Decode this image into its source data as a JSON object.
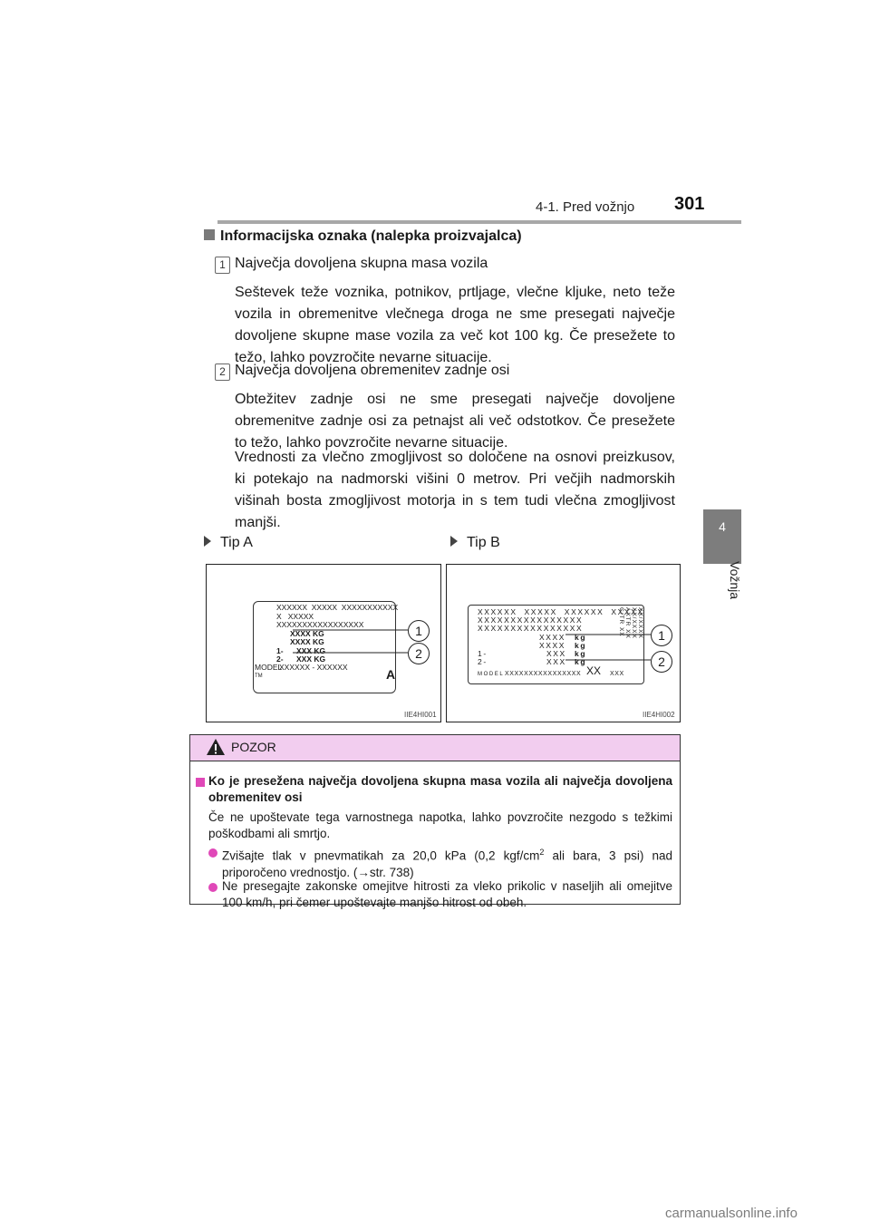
{
  "header": {
    "section": "4-1. Pred vožnjo",
    "page": "301"
  },
  "side_tab": {
    "number": "4",
    "label": "Vožnja"
  },
  "heading": "Informacijska oznaka (nalepka proizvajalca)",
  "items": [
    {
      "number": "1",
      "title": "Največja dovoljena skupna masa vozila",
      "paragraphs": [
        "Seštevek teže voznika, potnikov, prtljage, vlečne kljuke, neto teže vozila in obremenitve vlečnega droga ne sme presegati največje dovoljene skupne mase vozila za več kot 100 kg. Če presežete to težo, lahko povzročite nevarne situacije."
      ]
    },
    {
      "number": "2",
      "title": "Največja dovoljena obremenitev zadnje osi",
      "paragraphs": [
        "Obtežitev zadnje osi ne sme presegati največje dovoljene obremenitve zadnje osi za petnajst ali več odstotkov. Če presežete to težo, lahko povzročite nevarne situacije.",
        "Vrednosti za vlečno zmogljivost so določene na osnovi preizkusov, ki potekajo na nadmorski višini 0 metrov. Pri večjih nadmorskih višinah bosta zmogljivost motorja in s tem tudi vlečna zmogljivost manjši."
      ]
    }
  ],
  "figures": {
    "tip_a": {
      "label": "Tip A",
      "caption": "IIE4HI001",
      "lines": [
        "XXXXXX  XXXXX  XXXXXXXXXXX",
        "X   XXXXX",
        "XXXXXXXXXXXXXXXXX",
        "XXXX KG",
        "XXXX KG",
        "XXX KG",
        "XXX KG",
        "XXXXXX - XXXXXX"
      ],
      "row_labels": [
        "1-",
        "2-"
      ],
      "model": "MODEL",
      "tm": "TM",
      "corner": "A",
      "callouts": [
        "1",
        "2"
      ]
    },
    "tip_b": {
      "label": "Tip B",
      "caption": "IIE4HI002",
      "lines": [
        "XXXXXX  XXXXX  XXXXXX  XXXXX",
        "XXXXXXXXXXXXXXXX",
        "XXXXXXXXXXXXXXXX",
        "XXXX",
        "XXXX",
        "XXX",
        "XXX"
      ],
      "unit": "kg",
      "row_labels": [
        "1-",
        "2-"
      ],
      "model": "MODEL",
      "model_value": "XXXXXXXXXXXXXXXX",
      "xx": "XX",
      "xxx": "XXX",
      "vertical_cols": [
        "C/TR XX",
        "AXTR XX",
        "XX/XXXX",
        "XX/XXXX"
      ],
      "callouts": [
        "1",
        "2"
      ]
    }
  },
  "warning": {
    "title": "POZOR",
    "bold": "Ko je presežena največja dovoljena skupna masa vozila ali največja dovoljena obremenitev osi",
    "body": "Če ne upoštevate tega varnostnega napotka, lahko povzročite nezgodo s težkimi poškodbami ali smrtjo.",
    "bullets": [
      {
        "pre": "Zvišajte tlak v pnevmatikah za 20,0 kPa (0,2 kgf/cm",
        "sup": "2",
        "post": " ali bara, 3 psi) nad priporočeno vrednostjo. (→str. 738)"
      },
      {
        "pre": "Ne presegajte zakonske omejitve hitrosti za vleko prikolic v naseljih ali omejitve 100 km/h, pri čemer upoštevajte manjšo hitrost od obeh.",
        "sup": "",
        "post": ""
      }
    ]
  },
  "watermark": "carmanualsonline.info"
}
